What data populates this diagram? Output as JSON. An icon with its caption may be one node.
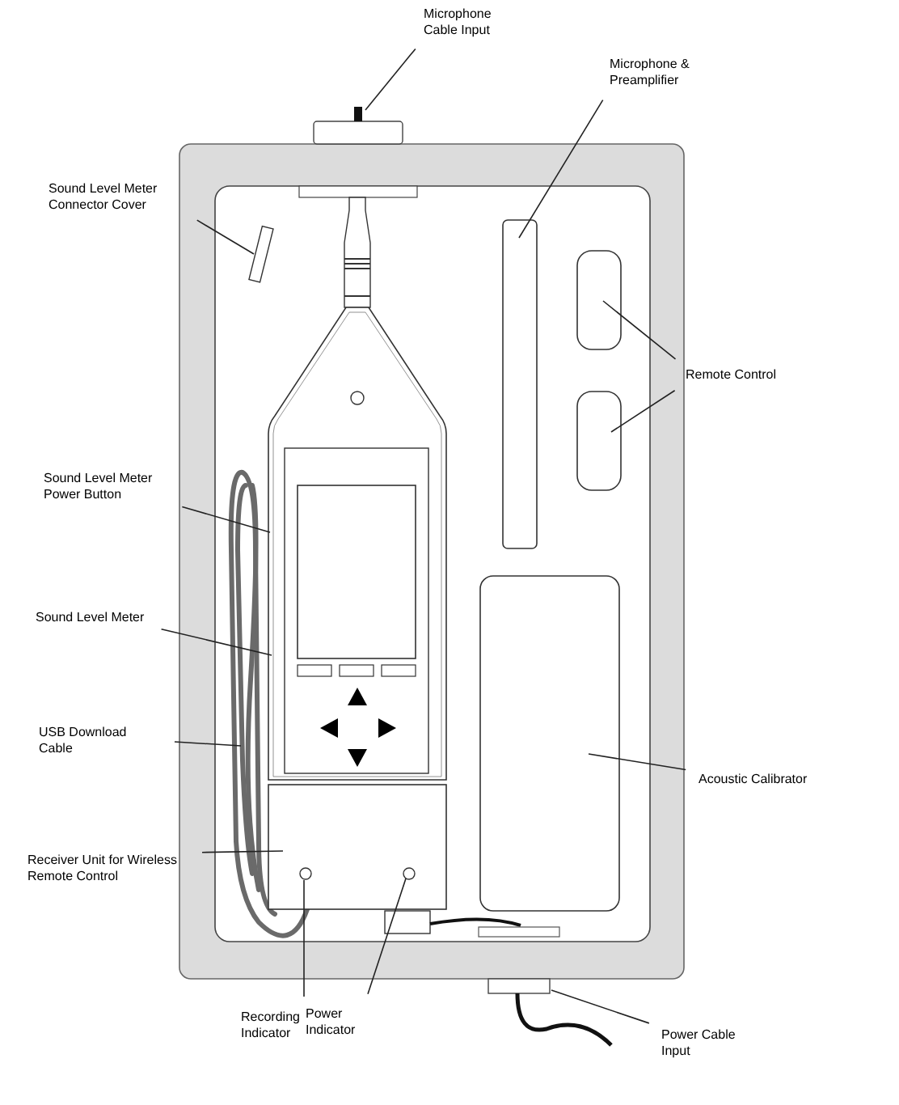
{
  "diagram": {
    "nodes": [
      {
        "text": [
          "Microphone Cable Input"
        ]
      },
      {
        "text": [
          "Microphone & Preamplifier"
        ]
      },
      {
        "text": [
          "Sound Level Meter Connector Cover"
        ]
      },
      {
        "text": [
          "Remote Control"
        ]
      },
      {
        "text": [
          "Sound Level Meter Power Button"
        ]
      },
      {
        "text": [
          "Sound Level Meter"
        ]
      },
      {
        "text": [
          "USB Download Cable"
        ]
      },
      {
        "text": [
          "Acoustic Calibrator"
        ]
      },
      {
        "text": [
          "Receiver Unit for Wireless Remote Control"
        ]
      },
      {
        "text": [
          "Recording Indicator"
        ]
      },
      {
        "text": [
          "Power Indicator"
        ]
      },
      {
        "text": [
          "Power Cable Input"
        ]
      },
      {
        "text": [],
        "shape": "box"
      },
      {
        "text": [],
        "shape": "box"
      },
      {
        "text": [],
        "shape": "box"
      },
      {
        "text": [],
        "shape": "box"
      },
      {
        "text": [],
        "shape": "box"
      },
      {
        "text": [],
        "shape": "box"
      },
      {
        "text": [],
        "shape": "cable"
      },
      {
        "text": [],
        "shape": "box"
      },
      {
        "text": [],
        "shape": "box"
      },
      {
        "text": [],
        "shape": "circle"
      },
      {
        "text": [],
        "shape": "circle",
        "in": 20
      },
      {
        "text": [],
        "shape": "box"
      }
    ],
    "edges": [
      {
        "from": 0,
        "to": 12,
        "arrow": "none"
      },
      {
        "from": 1,
        "to": 13,
        "arrow": "none"
      },
      {
        "from": 2,
        "to": 14,
        "arrow": "none"
      },
      {
        "from": 3,
        "to": 15,
        "arrow": "none"
      },
      {
        "from": 3,
        "to": 16,
        "arrow": "none"
      },
      {
        "from": 4,
        "to": 17,
        "arrow": "none"
      },
      {
        "from": 5,
        "to": 17,
        "arrow": "none"
      },
      {
        "from": 6,
        "to": 18,
        "arrow": "none"
      },
      {
        "from": 7,
        "to": 19,
        "arrow": "none"
      },
      {
        "from": 8,
        "to": 20,
        "arrow": "none"
      },
      {
        "from": 9,
        "to": 21,
        "arrow": "none"
      },
      {
        "from": 10,
        "to": 22,
        "arrow": "none"
      },
      {
        "from": 11,
        "to": 23,
        "arrow": "none"
      }
    ]
  }
}
